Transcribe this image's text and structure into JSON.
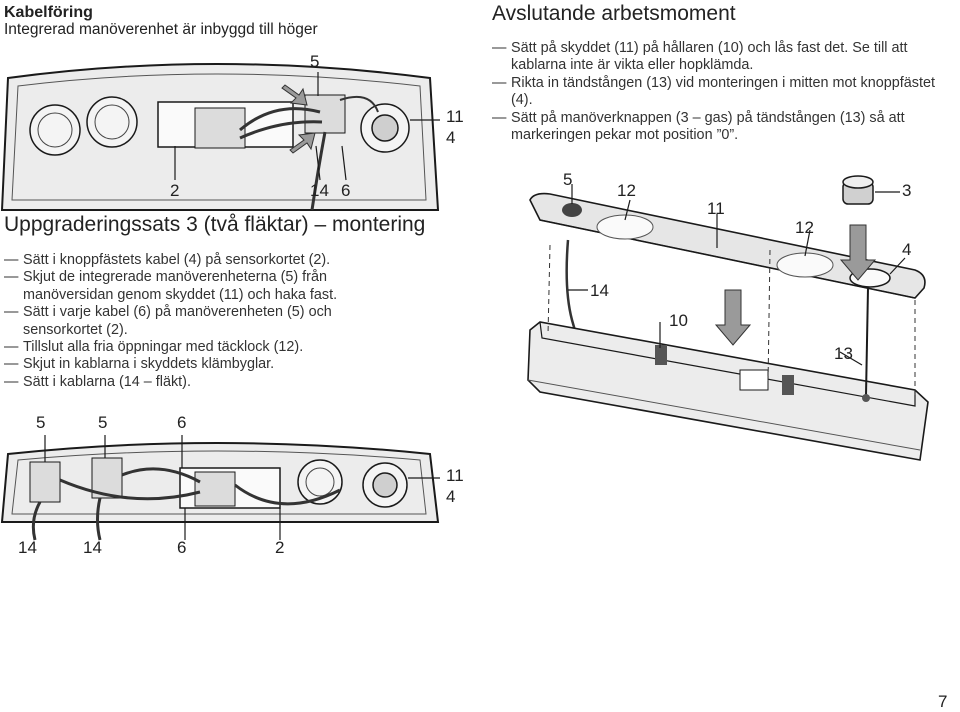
{
  "left_top": {
    "title": "Kabelföring",
    "subtitle": "Integrerad manöverenhet är inbyggd till höger"
  },
  "right_top": {
    "heading": "Avslutande arbetsmoment",
    "steps": [
      "Sätt på skyddet (11) på hållaren (10) och lås fast det. Se till att kablarna inte är vikta eller hopklämda.",
      "Rikta in tändstången (13) vid monteringen i mitten mot knoppfästet (4).",
      "Sätt på manöverknappen (3 – gas) på tändstången (13) så att markeringen pekar mot position ”0”."
    ]
  },
  "upgrade": {
    "heading": "Uppgraderingssats 3 (två fläktar) – montering",
    "steps": [
      "Sätt i knoppfästets kabel (4) på sensorkortet (2).",
      "Skjut de integrerade manöverenheterna (5) från manöversidan genom skyddet (11) och haka fast.",
      "Sätt i varje kabel (6) på manöverenheten (5) och sensorkortet (2).",
      "Tillslut alla fria öppningar med täcklock (12).",
      "Skjut in kablarna i skyddets klämbyglar.",
      "Sätt i kablarna (14 – fläkt)."
    ]
  },
  "diagram1": {
    "labels": {
      "top": "5",
      "r1": "11",
      "r2": "4",
      "b1": "2",
      "b2": "14",
      "b3": "6"
    }
  },
  "diagram2": {
    "labels": {
      "t1": "5",
      "t2": "5",
      "t3": "6",
      "r1": "11",
      "r2": "4",
      "b1": "14",
      "b2": "14",
      "b3": "6",
      "b4": "2"
    }
  },
  "diagram3": {
    "labels": {
      "n5": "5",
      "n12a": "12",
      "n11": "11",
      "n12b": "12",
      "n3": "3",
      "n4": "4",
      "n14": "14",
      "n10": "10",
      "n13": "13"
    }
  },
  "page_number": "7",
  "colors": {
    "text": "#222222",
    "line": "#1a1a1a",
    "fill_light": "#ececec",
    "fill_mid": "#d8d8d8",
    "arrow": "#9a9a9a"
  }
}
